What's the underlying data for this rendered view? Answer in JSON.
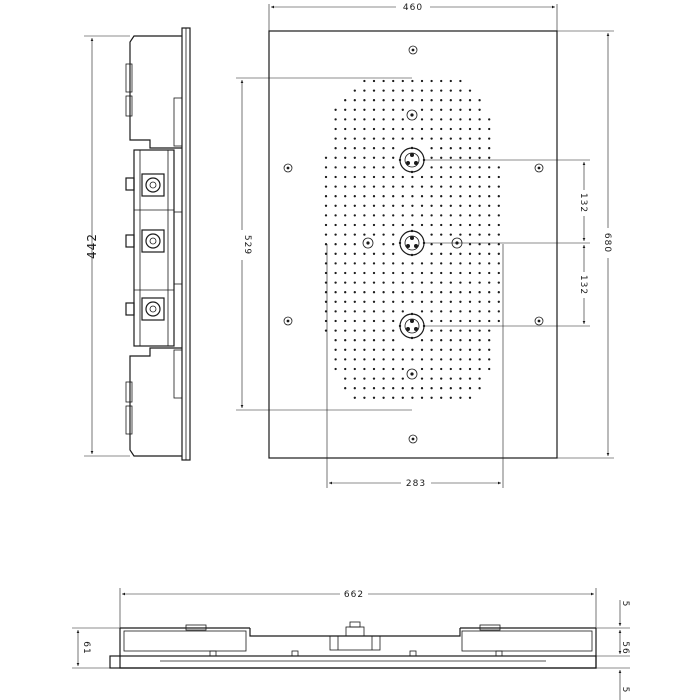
{
  "dimensions": {
    "width_top": "460",
    "height_side": "442",
    "spray_length": "529",
    "spray_width": "283",
    "plate_height": "680",
    "nozzle_spacing_upper": "132",
    "nozzle_spacing_lower": "132",
    "overall_length": "662",
    "overall_height": "61",
    "offset_top": "5",
    "body_thickness": "56",
    "offset_bottom": "5"
  }
}
